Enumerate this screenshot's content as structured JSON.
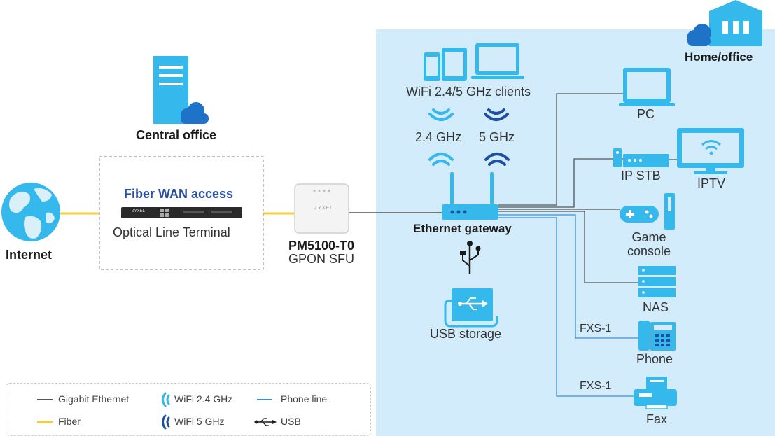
{
  "nodes": {
    "internet": "Internet",
    "central_office": "Central office",
    "fiber_wan": "Fiber WAN access",
    "olt": "Optical Line Terminal",
    "olt_brand": "ZYXEL",
    "ont_brand": "ZYXEL",
    "ont_model": "PM5100-T0",
    "ont_type": "GPON SFU",
    "home_office": "Home/office",
    "wifi_clients": "WiFi 2.4/5 GHz clients",
    "band_24": "2.4 GHz",
    "band_5": "5 GHz",
    "gateway": "Ethernet gateway",
    "usb_storage": "USB storage",
    "pc": "PC",
    "ip_stb": "IP STB",
    "iptv": "IPTV",
    "game_console": "Game\nconsole",
    "nas": "NAS",
    "fxs_phone": "FXS-1",
    "phone": "Phone",
    "fxs_fax": "FXS-1",
    "fax": "Fax"
  },
  "legend": {
    "gigabit": "Gigabit Ethernet",
    "fiber": "Fiber",
    "wifi24": "WiFi 2.4 GHz",
    "wifi5": "WiFi 5 GHz",
    "phone_line": "Phone line",
    "usb": "USB"
  },
  "colors": {
    "accent": "#35b9ec",
    "home_bg": "#d3ecfb",
    "wifi_5": "#1f4fa0",
    "fiber": "#f7cc3a",
    "ethernet": "#555555",
    "phone_line": "#3a8fd6"
  }
}
